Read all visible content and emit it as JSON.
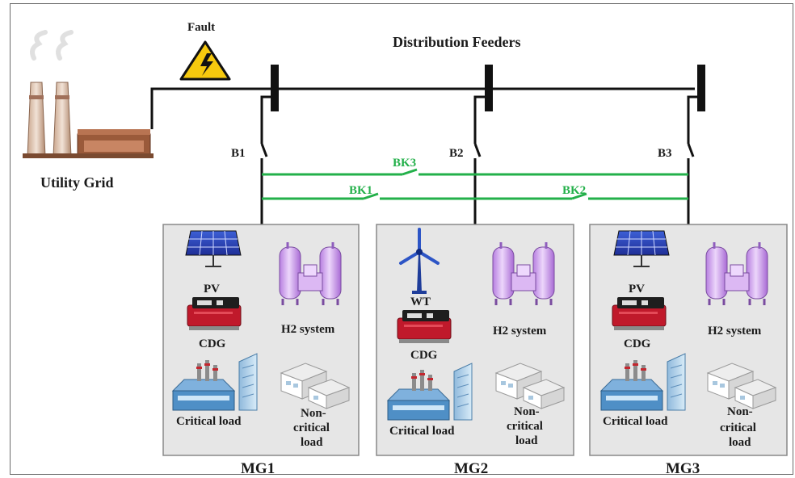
{
  "labels": {
    "fault": "Fault",
    "feeders": "Distribution Feeders",
    "utility_grid": "Utility Grid",
    "breakers": [
      "B1",
      "B2",
      "B3"
    ],
    "ties": [
      "BK3",
      "BK1",
      "BK2"
    ]
  },
  "microgrids": [
    {
      "name": "MG1",
      "renewable": "PV",
      "cdg": "CDG",
      "h2": "H2 system",
      "critical": "Critical load",
      "noncritical": [
        "Non-",
        "critical",
        "load"
      ]
    },
    {
      "name": "MG2",
      "renewable": "WT",
      "cdg": "CDG",
      "h2": "H2 system",
      "critical": "Critical load",
      "noncritical": [
        "Non-",
        "critical",
        "load"
      ]
    },
    {
      "name": "MG3",
      "renewable": "PV",
      "cdg": "CDG",
      "h2": "H2 system",
      "critical": "Critical load",
      "noncritical": [
        "Non-",
        "critical",
        "load"
      ]
    }
  ],
  "colors": {
    "tie_line": "#23b04a",
    "bus": "#111111",
    "panel": "#e6e6e6",
    "h2_tank": "#c79ae8",
    "cdg": "#c0192b",
    "pv": "#2a3fb0"
  },
  "icons": [
    "factory-icon",
    "warning-lightning-icon",
    "solar-panel-icon",
    "wind-turbine-icon",
    "generator-icon",
    "hydrogen-tank-icon",
    "industrial-plant-icon",
    "office-building-icon",
    "house-icon"
  ]
}
